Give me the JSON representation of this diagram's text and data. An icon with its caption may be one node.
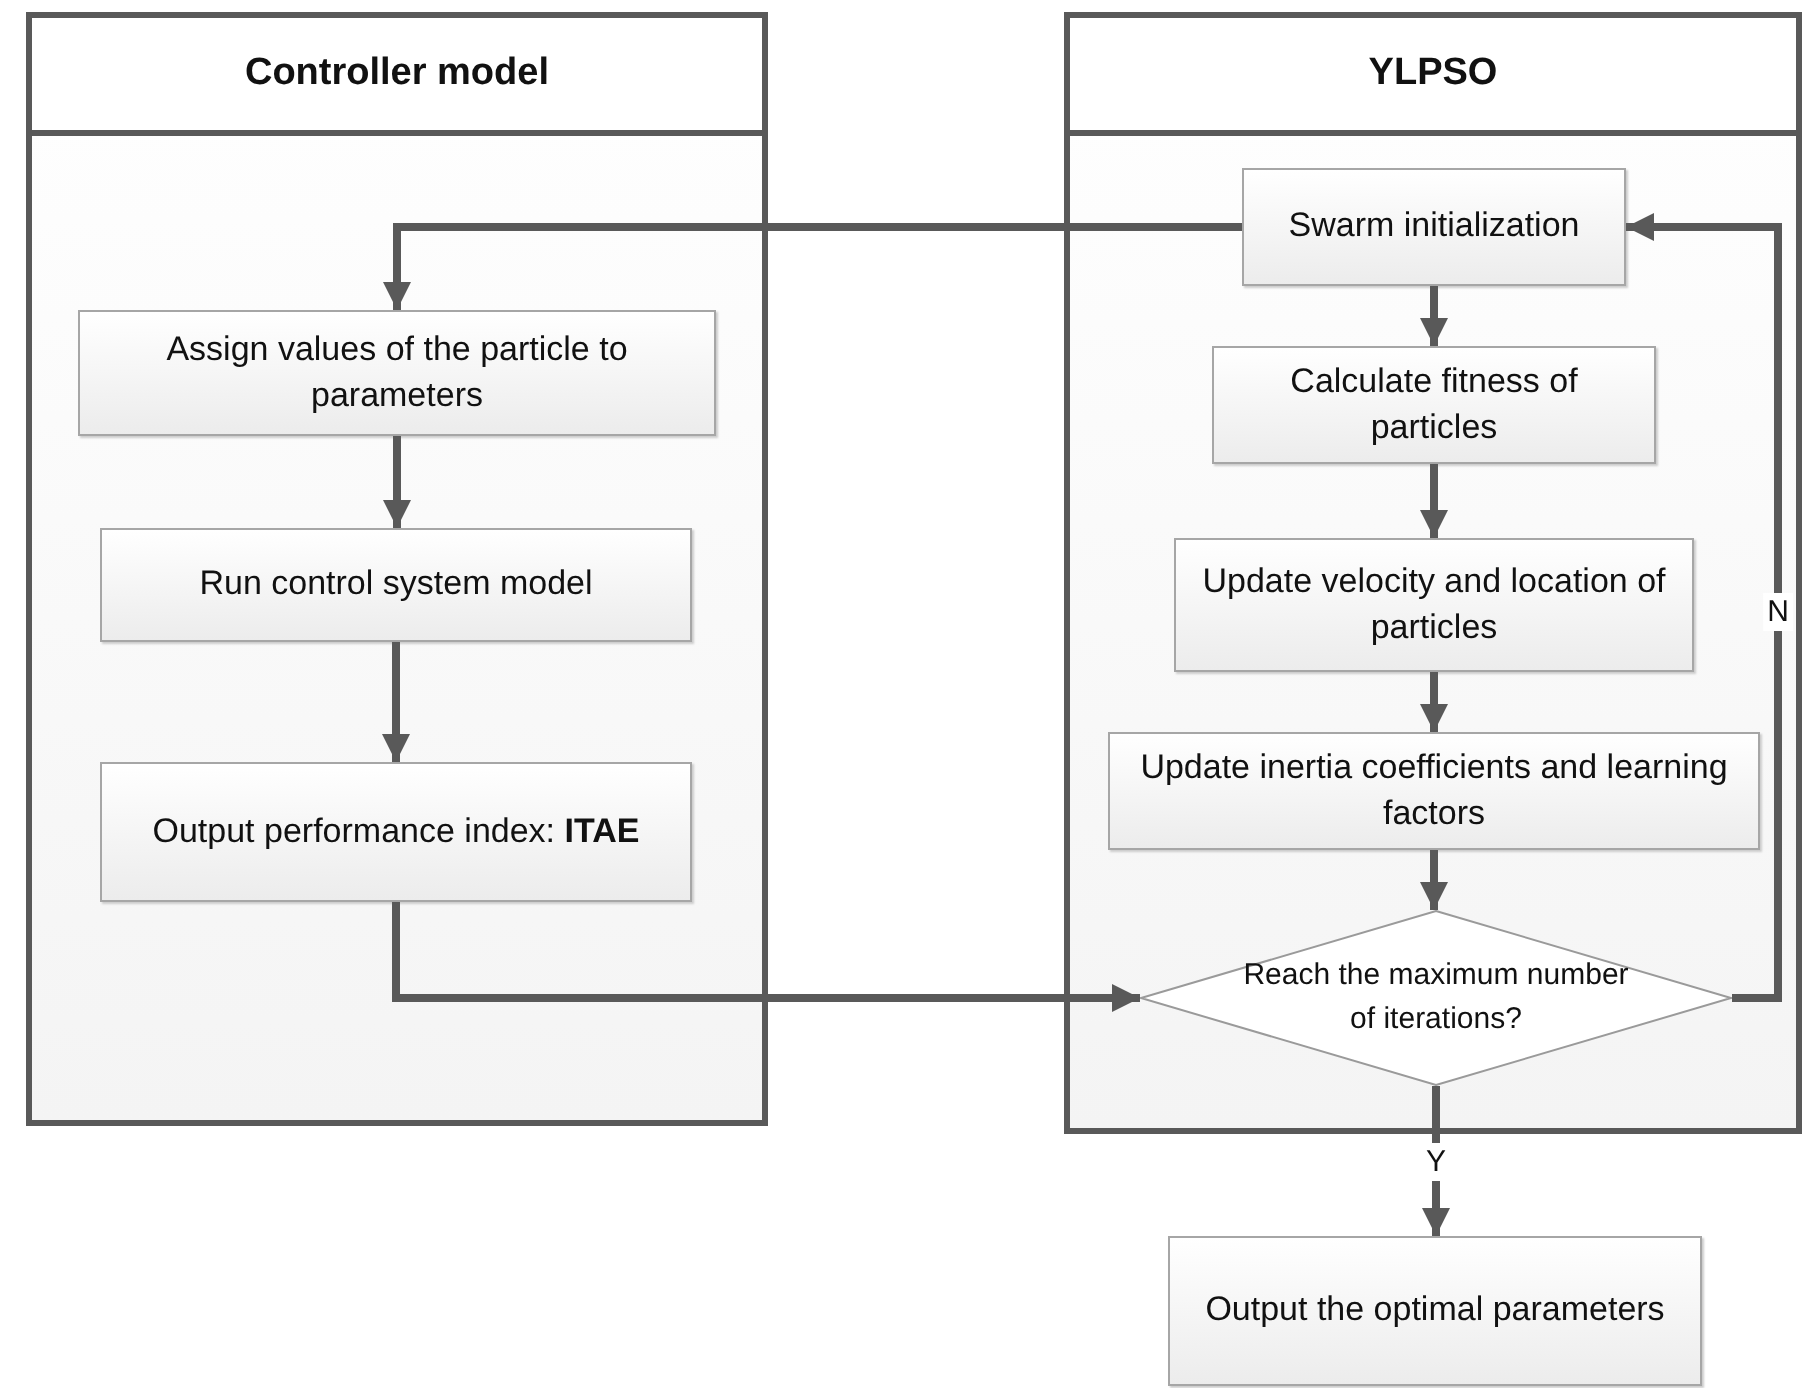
{
  "diagram": {
    "nodes": [
      {
        "text": [
          "Controller model"
        ]
      },
      {
        "text": [
          "Assign values of the particle to parameters"
        ],
        "in": 0
      },
      {
        "text": [
          "Run control system model"
        ],
        "in": 0
      },
      {
        "text": [
          "Output performance index: **ITAE**"
        ],
        "in": 0
      },
      {
        "text": [
          "YLPSO"
        ]
      },
      {
        "text": [
          "Swarm initialization"
        ],
        "in": 4
      },
      {
        "text": [
          "Calculate fitness of particles"
        ],
        "in": 4
      },
      {
        "text": [
          "Update velocity and location of particles"
        ],
        "in": 4
      },
      {
        "text": [
          "Update inertia coefficients and learning factors"
        ],
        "in": 4
      },
      {
        "text": [
          "Reach the maximum number of iterations?"
        ],
        "in": 4
      },
      {
        "text": [
          "Output the optimal parameters"
        ]
      }
    ],
    "edges": [
      {
        "from": 5,
        "to": 1,
        "arrow": "to"
      },
      {
        "from": 1,
        "to": 2,
        "arrow": "to"
      },
      {
        "from": 2,
        "to": 3,
        "arrow": "to"
      },
      {
        "from": 3,
        "to": 9,
        "arrow": "to"
      },
      {
        "from": 5,
        "to": 6,
        "arrow": "to"
      },
      {
        "from": 6,
        "to": 7,
        "arrow": "to"
      },
      {
        "from": 7,
        "to": 8,
        "arrow": "to"
      },
      {
        "from": 8,
        "to": 9,
        "arrow": "to"
      },
      {
        "from": 9,
        "to": 5,
        "arrow": "to",
        "label": "N"
      },
      {
        "from": 9,
        "to": 10,
        "arrow": "to",
        "label": "Y"
      }
    ]
  }
}
